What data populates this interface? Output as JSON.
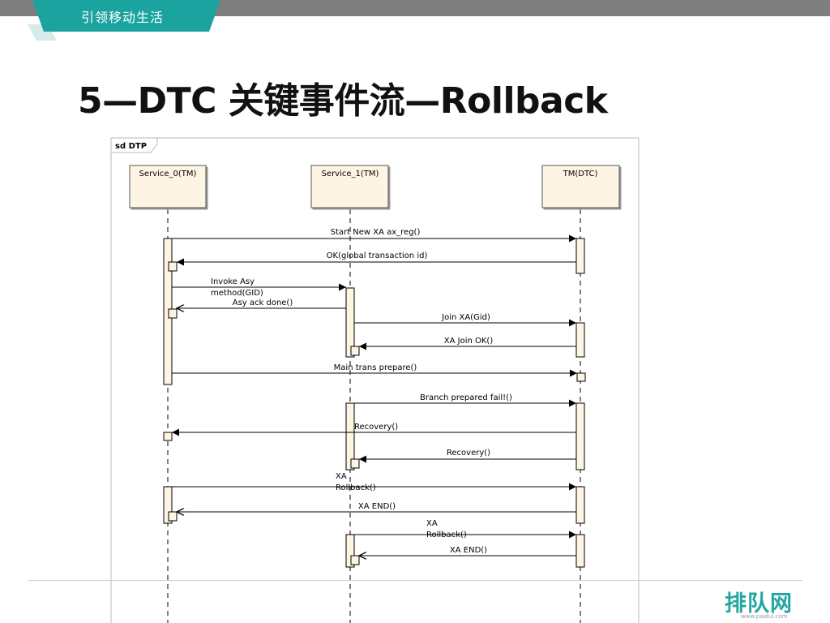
{
  "header": {
    "label": "引领移动生活"
  },
  "title": "5—DTC 关键事件流—Rollback",
  "diagram": {
    "frame_label": "sd DTP",
    "lifelines": [
      "Service_0(TM)",
      "Service_1(TM)",
      "TM(DTC)"
    ],
    "messages": [
      {
        "lines": [
          "Start New XA ax_reg()"
        ]
      },
      {
        "lines": [
          "OK(global transaction id)"
        ]
      },
      {
        "lines": [
          "Invoke Asy",
          "method(GID)"
        ]
      },
      {
        "lines": [
          "Asy ack done()"
        ]
      },
      {
        "lines": [
          "Join XA(Gid)"
        ]
      },
      {
        "lines": [
          "XA Join OK()"
        ]
      },
      {
        "lines": [
          "Main trans prepare()"
        ]
      },
      {
        "lines": [
          "Branch prepared fail!()"
        ]
      },
      {
        "lines": [
          "Recovery()"
        ]
      },
      {
        "lines": [
          "Recovery()"
        ]
      },
      {
        "lines": [
          "XA",
          "Rollback()"
        ]
      },
      {
        "lines": [
          "XA END()"
        ]
      },
      {
        "lines": [
          "XA",
          "Rollback()"
        ]
      },
      {
        "lines": [
          "XA END()"
        ]
      }
    ]
  },
  "logo": {
    "text": "排队网",
    "url": "www.paidui.com"
  },
  "colors": {
    "accent": "#1ba3a0",
    "box_fill": "#fdf4e4",
    "top_bar": "#7f7f7f"
  }
}
